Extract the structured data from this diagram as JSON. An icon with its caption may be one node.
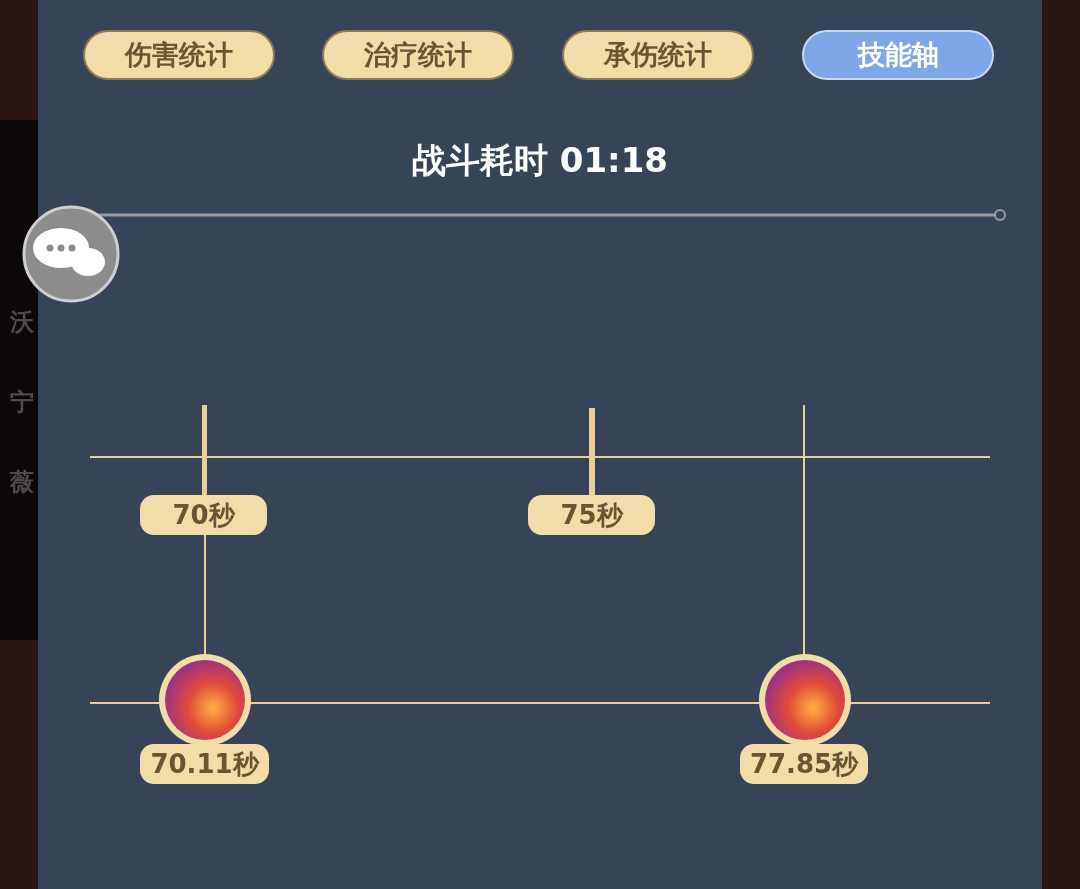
{
  "diagram": {
    "title": "战斗耗时 01:18",
    "labels": [
      "伤害统计",
      "治疗统计",
      "承伤统计",
      "技能轴",
      "沃",
      "宁",
      "薇",
      "70秒",
      "75秒",
      "70.11秒",
      "77.85秒"
    ]
  }
}
